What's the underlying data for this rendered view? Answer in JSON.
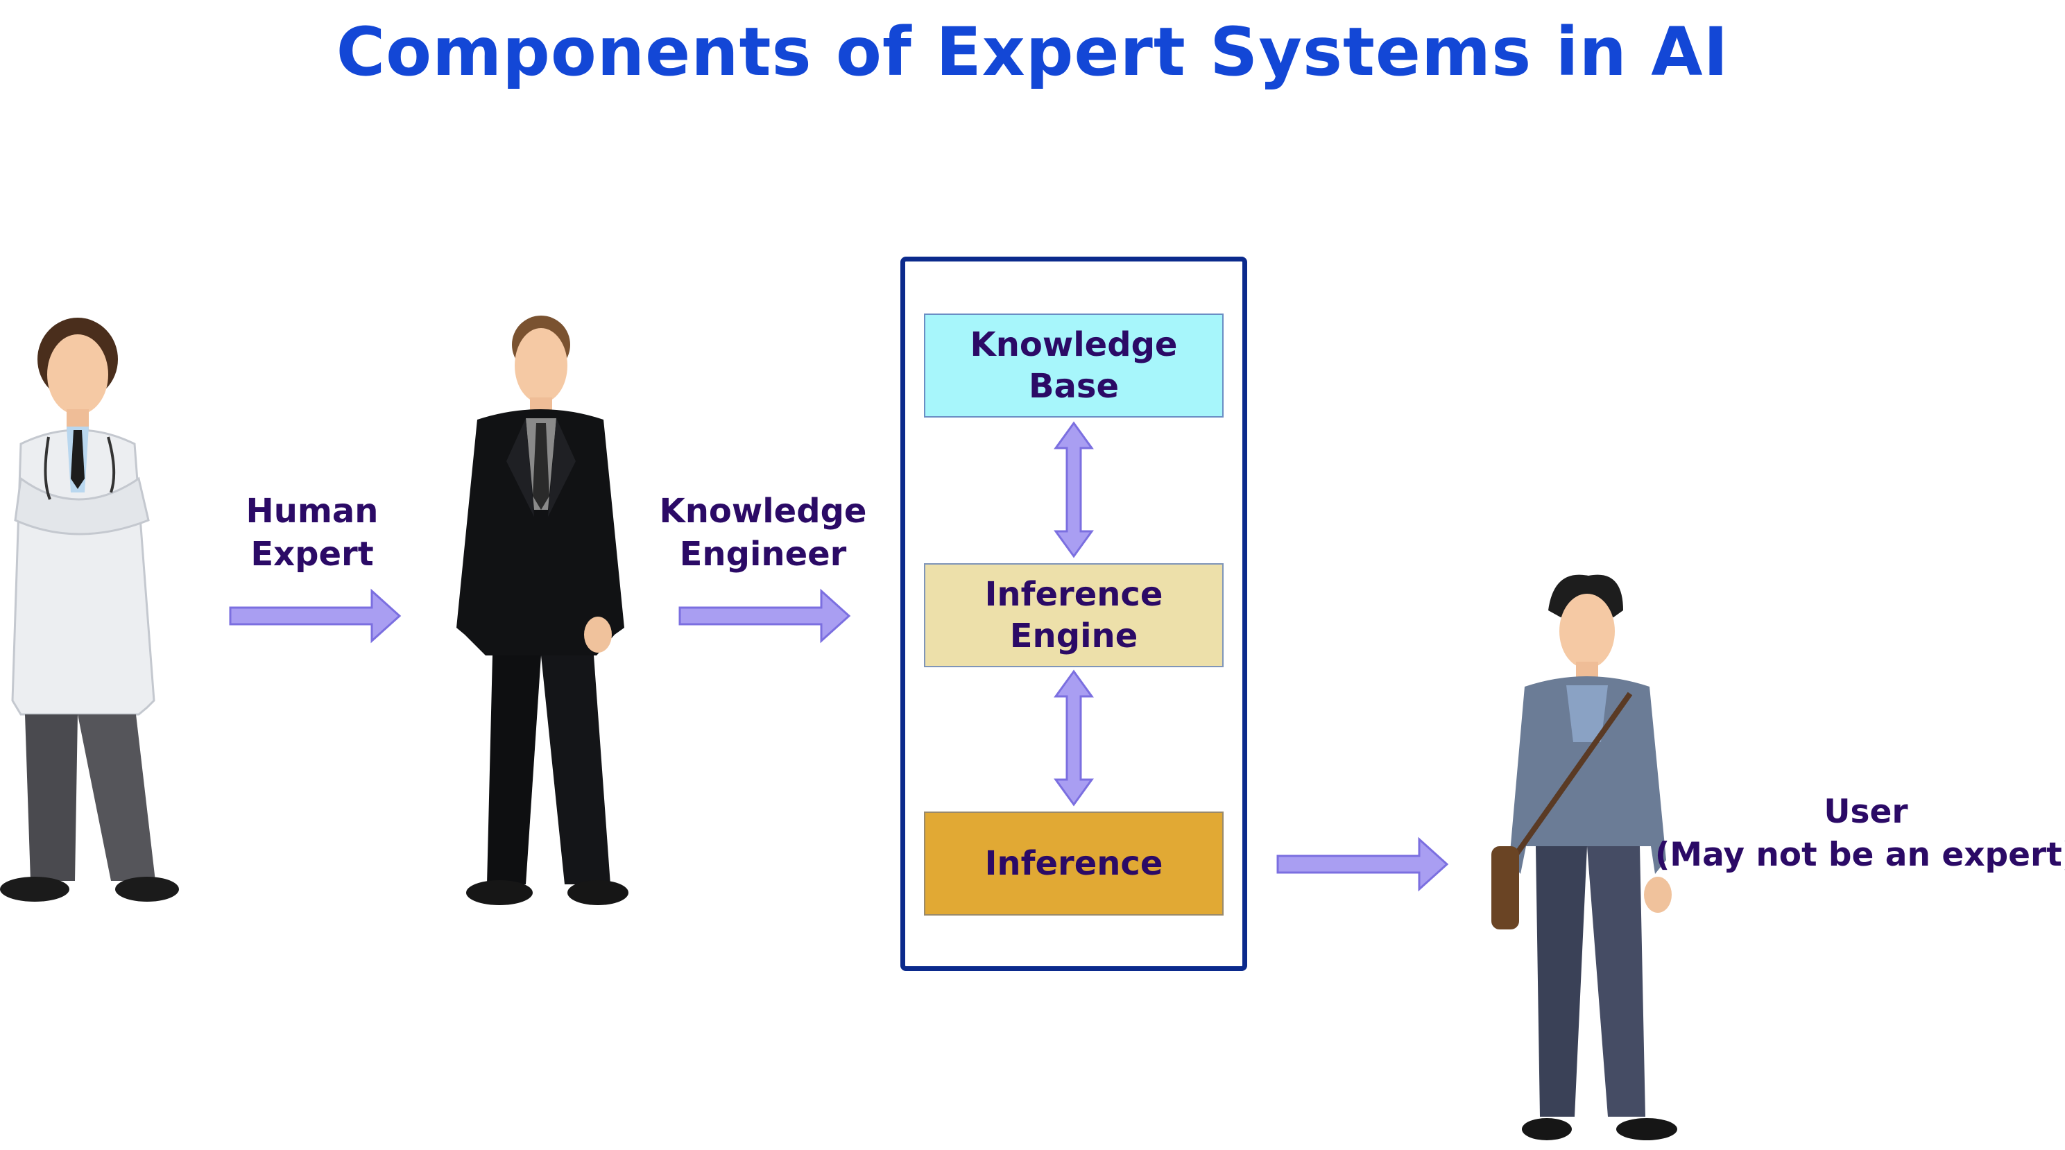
{
  "title": "Components of Expert Systems in AI",
  "actors": {
    "human_expert": {
      "line1": "Human",
      "line2": "Expert"
    },
    "knowledge_engineer": {
      "line1": "Knowledge",
      "line2": "Engineer"
    },
    "user": {
      "line1": "User",
      "line2": "(May not be an expert)"
    }
  },
  "components": {
    "knowledge_base": {
      "line1": "Knowledge",
      "line2": "Base",
      "color": "#a7f6fb"
    },
    "inference_engine": {
      "line1": "Inference",
      "line2": "Engine",
      "color": "#ede0aa"
    },
    "inference": {
      "line1": "Inference",
      "color": "#e1a934"
    }
  },
  "colors": {
    "title": "#1347d6",
    "label": "#2b0a66",
    "arrow_fill": "#a99ef2",
    "arrow_stroke": "#7b6fe0",
    "box_border": "#0b2a8c"
  }
}
